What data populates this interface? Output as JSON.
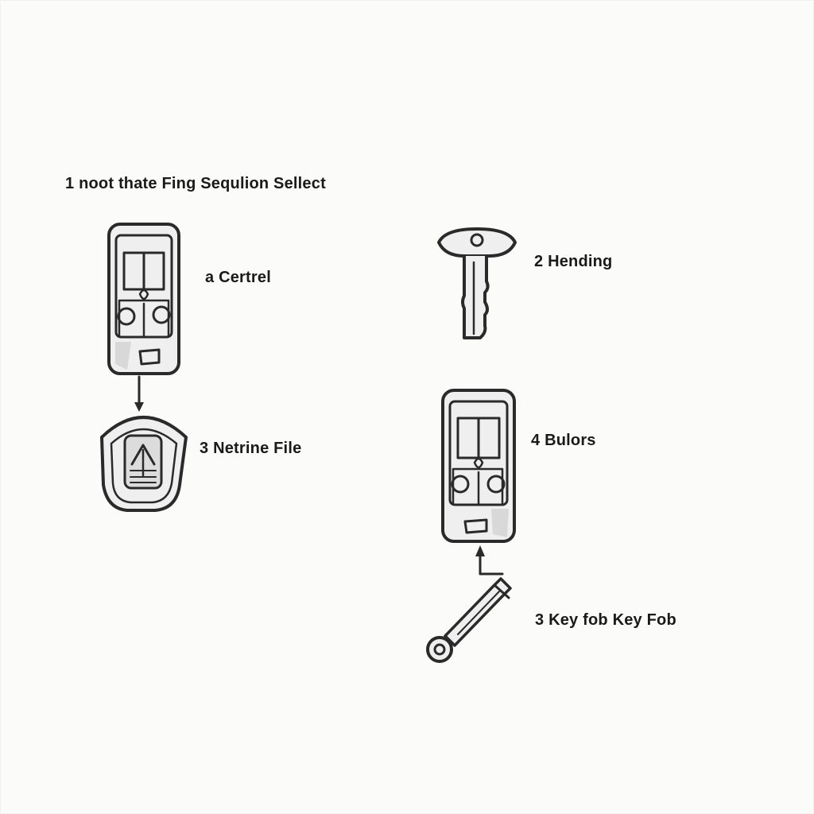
{
  "diagram": {
    "heading": "1 noot thate Fing Sequlion Sellect",
    "labels": {
      "remote_top": "a Certrel",
      "key": "2 Hending",
      "base": "3 Netrine File",
      "remote_right": "4 Bulors",
      "key_fob": "3 Key fob Key Fob"
    },
    "icons": [
      "key-fob-remote-icon",
      "car-key-icon",
      "key-fob-base-icon",
      "key-fob-remote-icon",
      "wrench-key-icon",
      "arrow-down-icon",
      "arrow-up-icon"
    ]
  }
}
